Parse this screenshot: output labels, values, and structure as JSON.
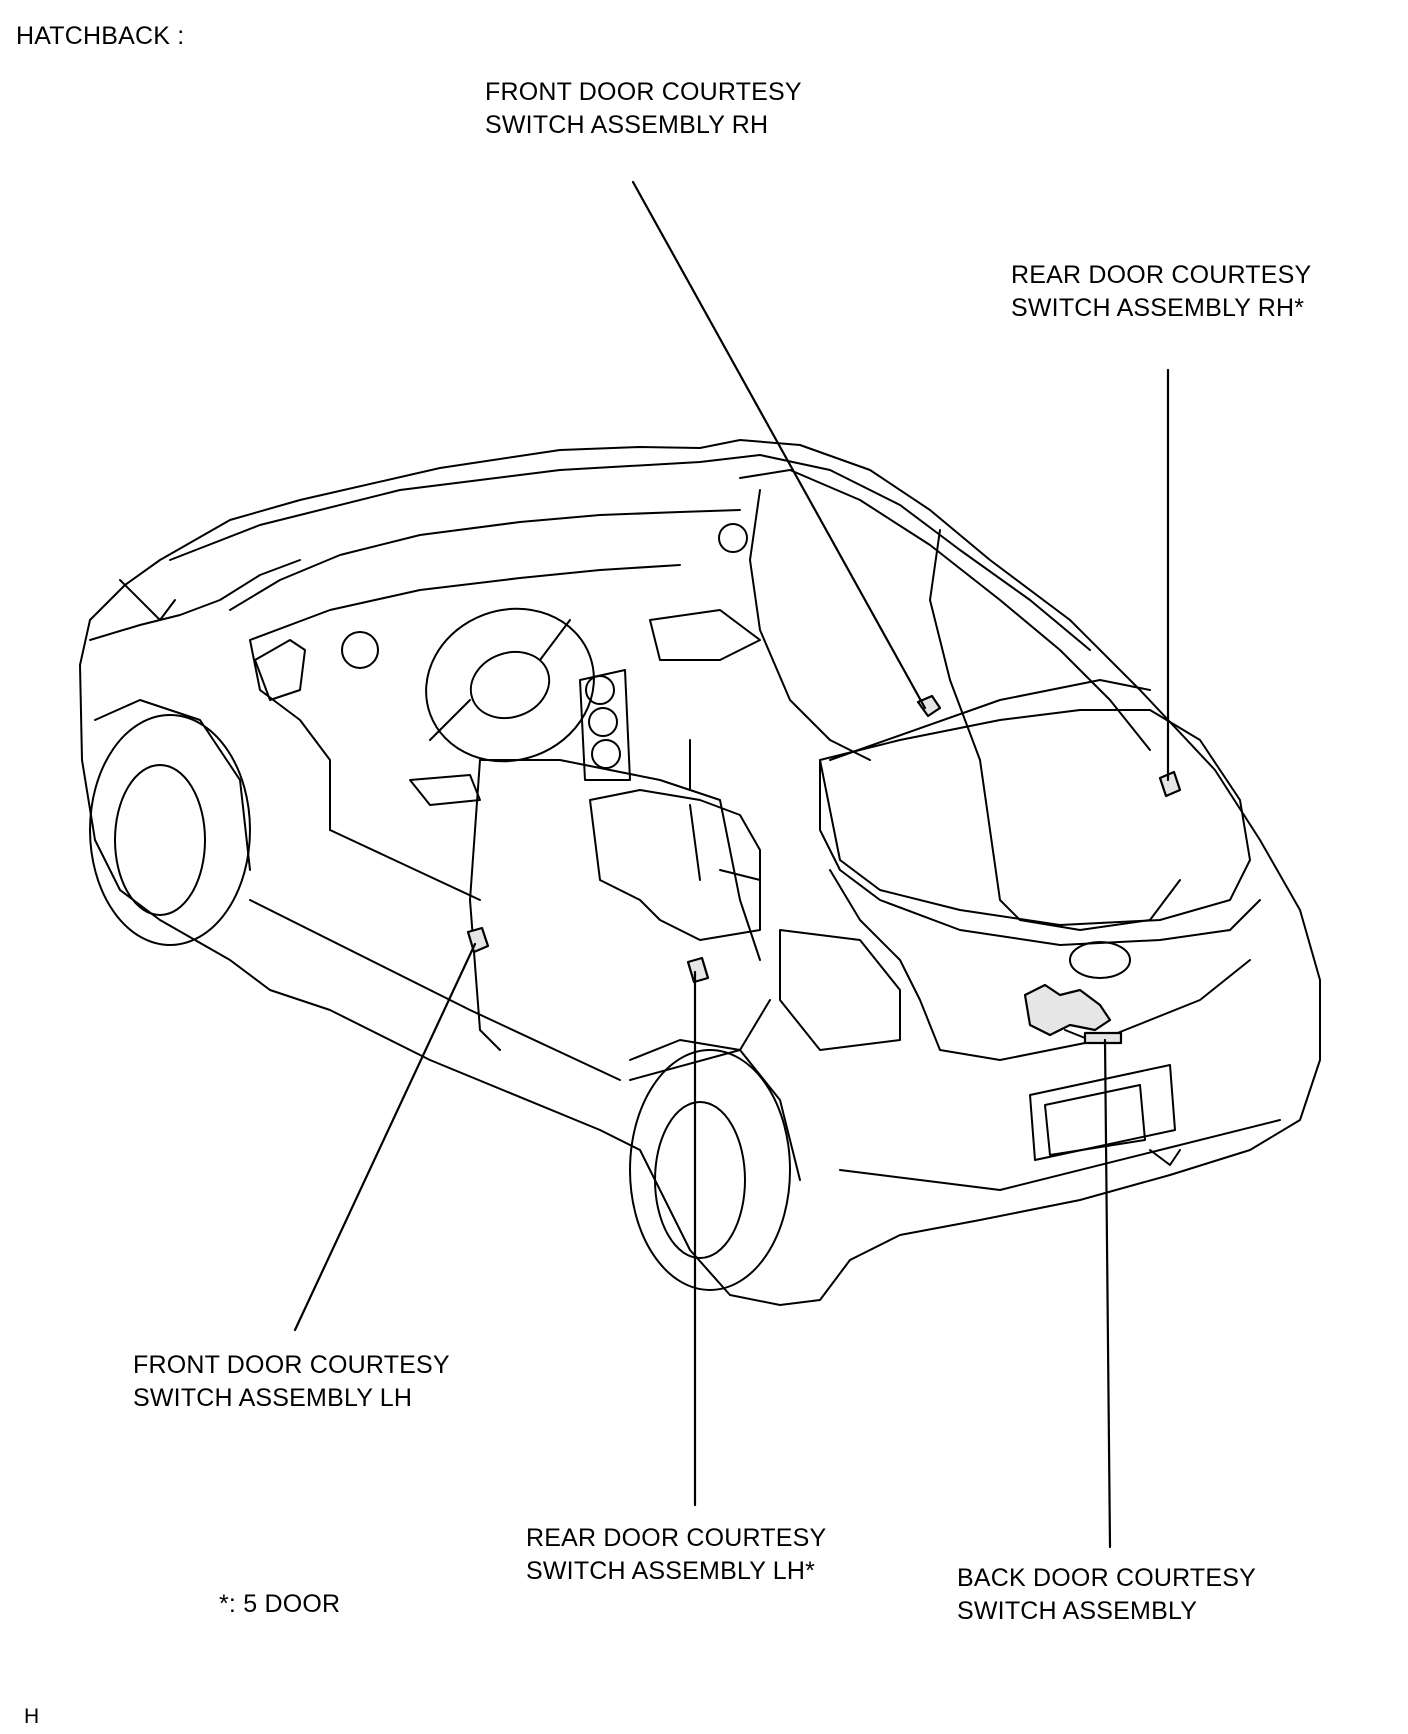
{
  "header": {
    "title": "HATCHBACK :"
  },
  "labels": {
    "front_rh": [
      "FRONT DOOR COURTESY",
      "SWITCH ASSEMBLY RH"
    ],
    "rear_rh": [
      "REAR DOOR COURTESY",
      "SWITCH ASSEMBLY RH*"
    ],
    "front_lh": [
      "FRONT DOOR COURTESY",
      "SWITCH ASSEMBLY LH"
    ],
    "rear_lh": [
      "REAR DOOR COURTESY",
      "SWITCH ASSEMBLY LH*"
    ],
    "back_door": [
      "BACK DOOR COURTESY",
      "SWITCH ASSEMBLY"
    ]
  },
  "footnote": "*: 5 DOOR",
  "corner_code": "H"
}
